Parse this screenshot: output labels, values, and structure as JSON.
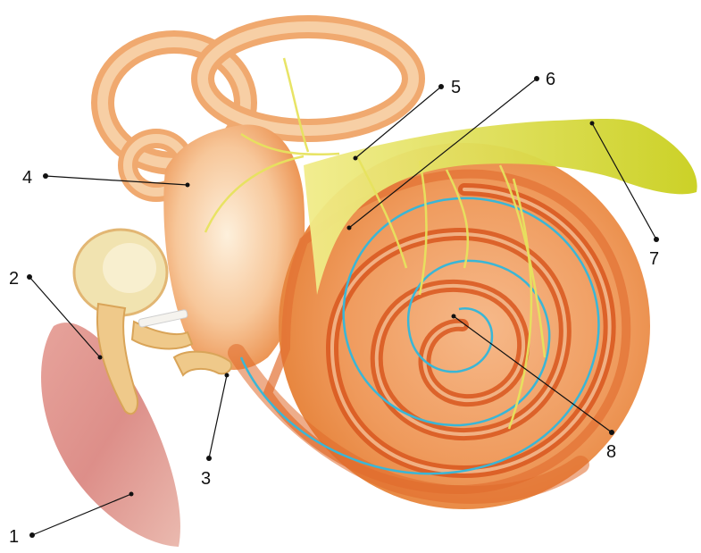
{
  "labels": [
    {
      "id": "1",
      "text": "1"
    },
    {
      "id": "2",
      "text": "2"
    },
    {
      "id": "3",
      "text": "3"
    },
    {
      "id": "4",
      "text": "4"
    },
    {
      "id": "5",
      "text": "5"
    },
    {
      "id": "6",
      "text": "6"
    },
    {
      "id": "7",
      "text": "7"
    },
    {
      "id": "8",
      "text": "8"
    }
  ],
  "colors": {
    "bone": "#f4b27a",
    "bone_dark": "#e0742f",
    "cochlea_stripe": "#d8571f",
    "nerve": "#d9db2a",
    "duct": "#3ab6d6",
    "eardrum": "#d9807a",
    "ossicle": "#f0e2b0",
    "line": "#111111"
  }
}
